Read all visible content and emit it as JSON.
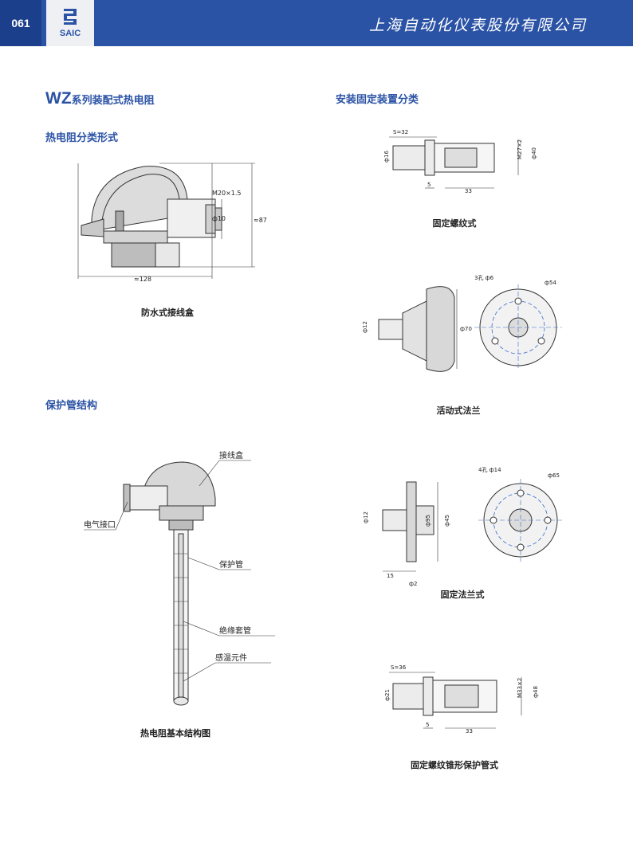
{
  "header": {
    "page_number": "061",
    "logo_text": "SAIC",
    "company_name": "上海自动化仪表股份有限公司",
    "colors": {
      "bar": "#2a52a5",
      "num_box": "#1c3f8c"
    }
  },
  "sections": {
    "main_title_prefix": "WZ",
    "main_title_rest": "系列装配式热电阻",
    "classification": "热电阻分类形式",
    "protection_tube": "保护管结构",
    "installation": "安装固定装置分类"
  },
  "junction_box": {
    "caption": "防水式接线盒",
    "dim_thread": "M20×1.5",
    "dim_dia": "ф10",
    "dim_height": "≈87",
    "dim_width": "≈128"
  },
  "structure": {
    "caption": "热电阻基本结构图",
    "labels": {
      "box": "接线盒",
      "electrical": "电气接口",
      "tube": "保护管",
      "insulation": "绝缘套管",
      "element": "感温元件"
    }
  },
  "fix_thread": {
    "caption": "固定螺纹式",
    "s": "S=32",
    "d1": "ф16",
    "thread": "M27×2",
    "d2": "ф40",
    "len1": "5",
    "len2": "33"
  },
  "movable_flange": {
    "caption": "活动式法兰",
    "holes": "3孔 ф6",
    "pcd": "ф54",
    "d_tube": "ф12",
    "d_outer": "ф70"
  },
  "fixed_flange": {
    "caption": "固定法兰式",
    "holes": "4孔 ф14",
    "pcd": "ф65",
    "d_tube": "ф12",
    "d_outer": "ф95",
    "d_inner": "ф45",
    "thick": "15",
    "gap": "ф2"
  },
  "cone_thread": {
    "caption": "固定螺纹锥形保护管式",
    "s": "S=36",
    "d1": "ф21",
    "thread": "M33×2",
    "d2": "ф48",
    "len1": "5",
    "len2": "33"
  }
}
